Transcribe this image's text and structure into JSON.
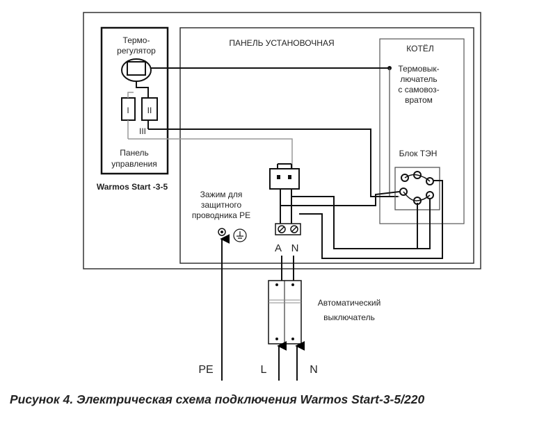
{
  "labels": {
    "panel_installation": "ПАНЕЛЬ УСТАНОВОЧНАЯ",
    "boiler": "КОТЁЛ",
    "thermostat_line1": "Термо-",
    "thermostat_line2": "регулятор",
    "thermal_cutout_line1": "Термовык-",
    "thermal_cutout_line2": "лючатель",
    "thermal_cutout_line3": "с самовоз-",
    "thermal_cutout_line4": "вратом",
    "control_panel_line1": "Панель",
    "control_panel_line2": "управления",
    "model": "Warmos Start -3-5",
    "heater_block": "Блок ТЭН",
    "pe_clamp_line1": "Зажим для",
    "pe_clamp_line2": "защитного",
    "pe_clamp_line3": "проводника PE",
    "breaker_line1": "Автоматический",
    "breaker_line2": "выключатель",
    "terminal_a": "A",
    "terminal_n": "N",
    "relay_I": "I",
    "relay_II": "II",
    "relay_III": "III",
    "input_pe": "PE",
    "input_l": "L",
    "input_n": "N"
  },
  "caption": "Рисунок 4.  Электрическая схема подключения Warmos Start-3-5/220"
}
